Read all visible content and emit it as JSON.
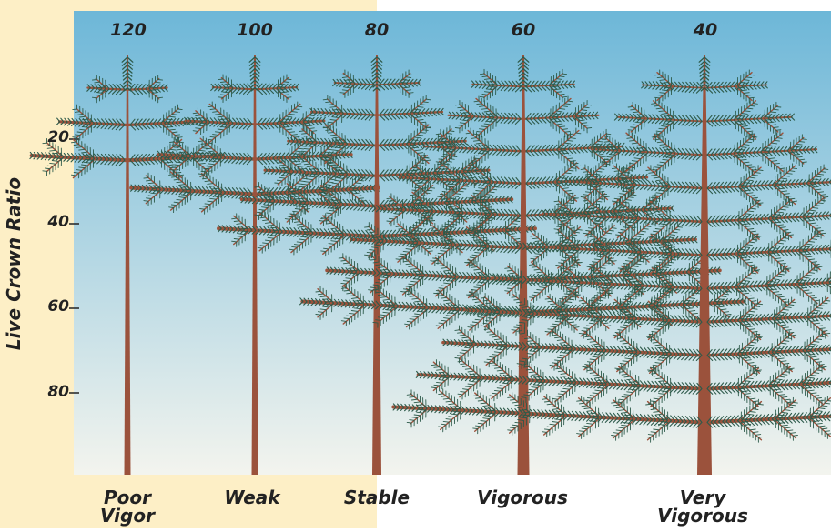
{
  "y_axis": {
    "title": "Live Crown Ratio",
    "ticks": [
      {
        "label": "20",
        "value": 20
      },
      {
        "label": "40",
        "value": 40
      },
      {
        "label": "60",
        "value": 60
      },
      {
        "label": "80",
        "value": 80
      }
    ]
  },
  "trees": [
    {
      "id": "poor-vigor",
      "top_label": "120",
      "vigor_label_line1": "Poor",
      "vigor_label_line2": "Vigor",
      "live_crown_ratio": 25
    },
    {
      "id": "weak",
      "top_label": "100",
      "vigor_label_line1": "Weak",
      "vigor_label_line2": "",
      "live_crown_ratio": 33
    },
    {
      "id": "stable",
      "top_label": "80",
      "vigor_label_line1": "Stable",
      "vigor_label_line2": "",
      "live_crown_ratio": 43
    },
    {
      "id": "vigorous",
      "top_label": "60",
      "vigor_label_line1": "Vigorous",
      "vigor_label_line2": "",
      "live_crown_ratio": 61
    },
    {
      "id": "very-vigorous",
      "top_label": "40",
      "vigor_label_line1": "Very",
      "vigor_label_line2": "Vigorous",
      "live_crown_ratio": 87
    }
  ],
  "colors": {
    "panel_left": "#fdefc6",
    "sky_top": "#6db7d8",
    "sky_bottom": "#f3f4ee",
    "trunk": "#9b523c",
    "needles": "#2d5a4a",
    "text": "#222222"
  }
}
